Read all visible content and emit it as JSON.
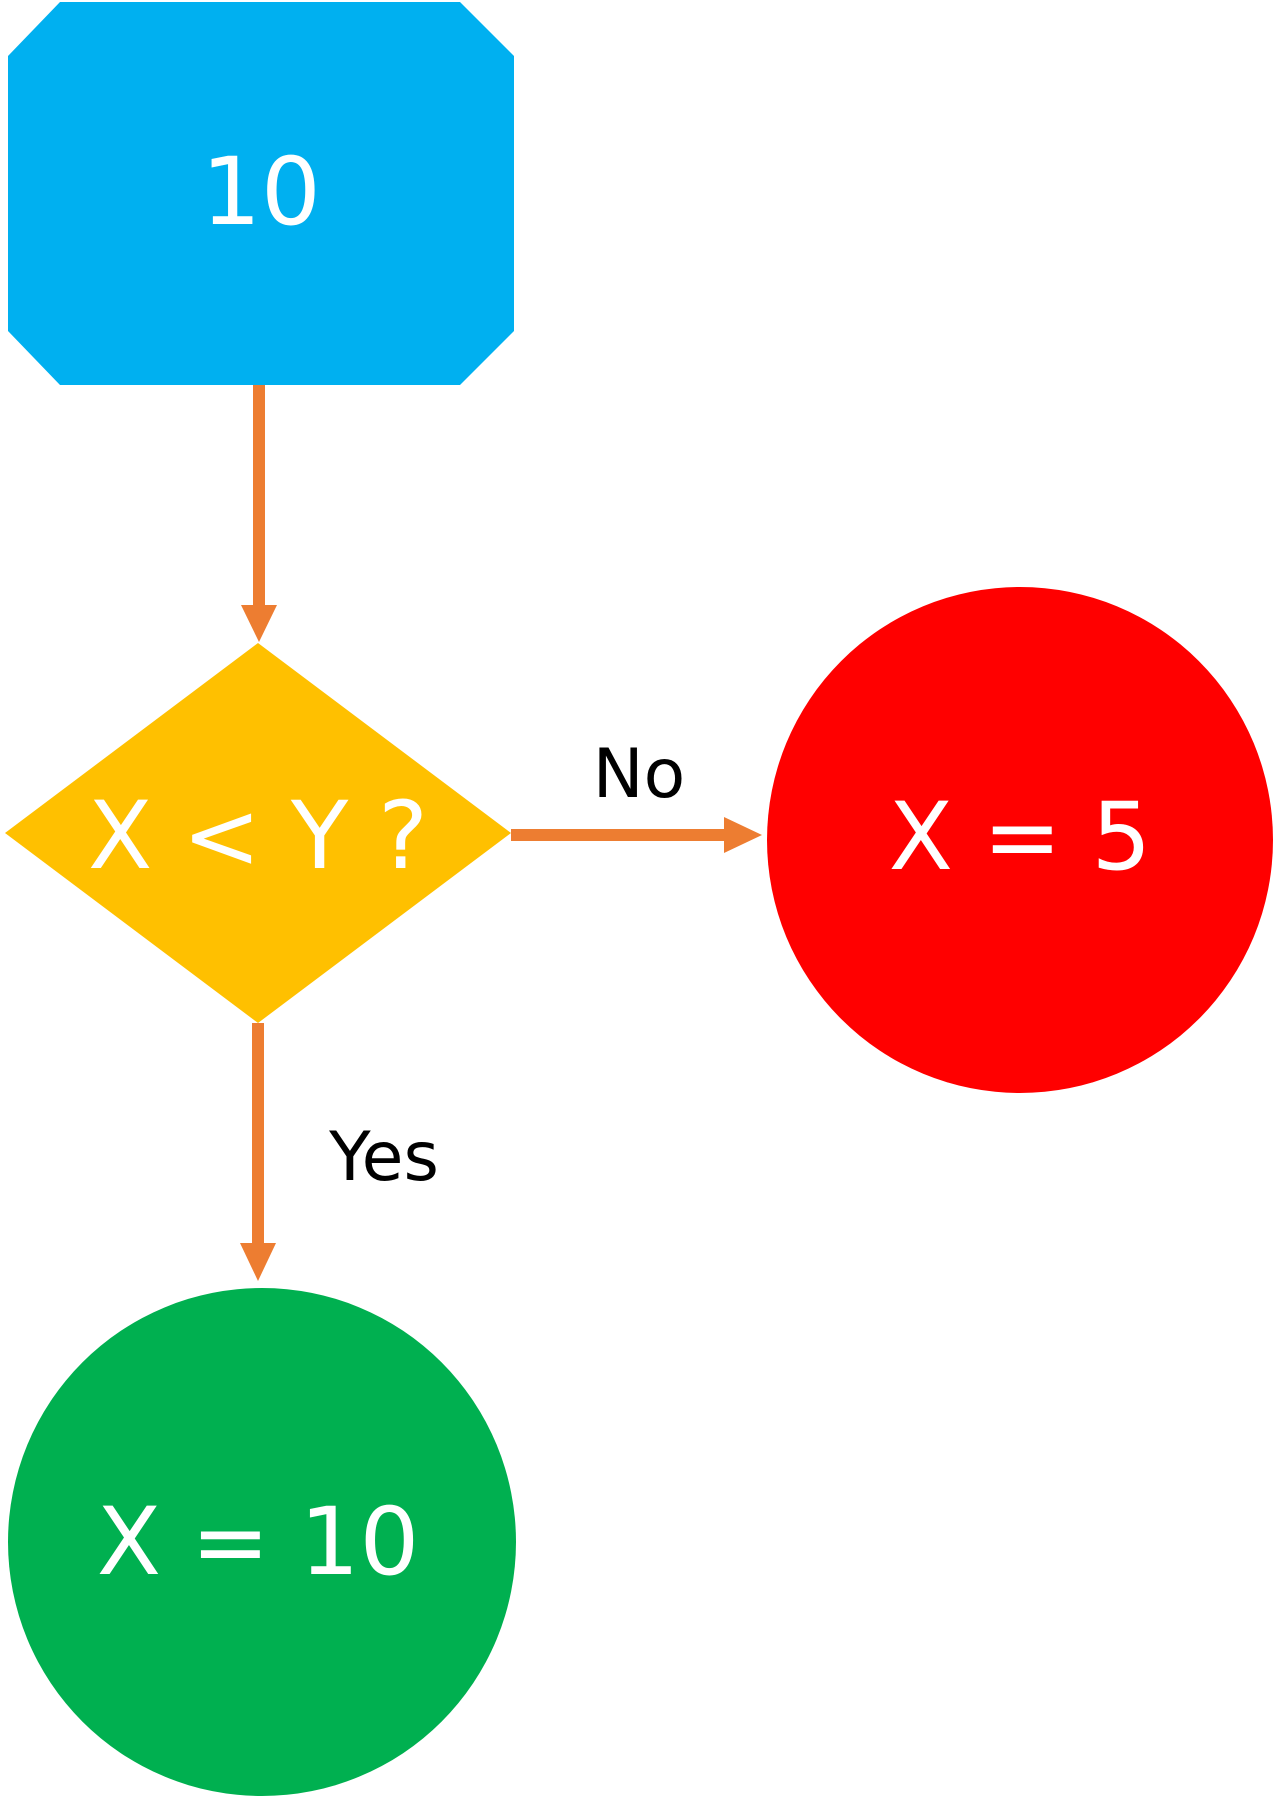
{
  "diagram": {
    "type": "flowchart",
    "background_color": "#FFFFFF",
    "colors": {
      "start_node_fill": "#00B0F0",
      "decision_node_fill": "#FFC000",
      "no_result_node_fill": "#FF0000",
      "yes_result_node_fill": "#00B050",
      "arrow": "#ED7D31",
      "node_text": "#FFFFFF",
      "edge_label_text": "#000000"
    },
    "nodes": {
      "start": {
        "label": "10",
        "shape": "octagon"
      },
      "decision": {
        "label": "X < Y ?",
        "shape": "diamond"
      },
      "no_result": {
        "label": "X = 5",
        "shape": "circle"
      },
      "yes_result": {
        "label": "X = 10",
        "shape": "circle"
      }
    },
    "edges": [
      {
        "from": "start",
        "to": "decision",
        "label": "",
        "direction": "down"
      },
      {
        "from": "decision",
        "to": "no_result",
        "label": "No",
        "direction": "right"
      },
      {
        "from": "decision",
        "to": "yes_result",
        "label": "Yes",
        "direction": "down"
      }
    ]
  }
}
